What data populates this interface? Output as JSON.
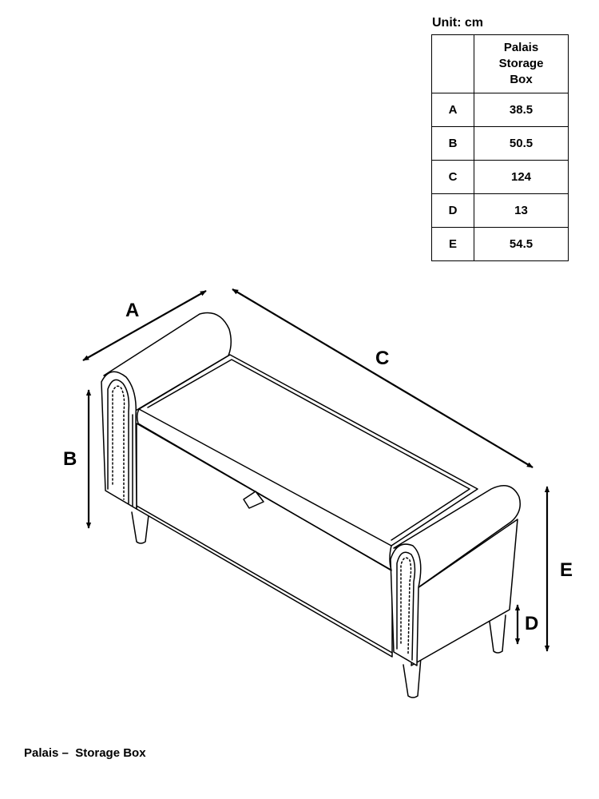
{
  "unit_label": "Unit: cm",
  "table": {
    "header": [
      "",
      "Palais",
      "Storage",
      "Box"
    ],
    "rows": [
      {
        "label": "A",
        "value": "38.5"
      },
      {
        "label": "B",
        "value": "50.5"
      },
      {
        "label": "C",
        "value": "124"
      },
      {
        "label": "D",
        "value": "13"
      },
      {
        "label": "E",
        "value": "54.5"
      }
    ]
  },
  "dimension_labels": {
    "a": "A",
    "b": "B",
    "c": "C",
    "d": "D",
    "e": "E"
  },
  "caption": "Palais –  Storage Box"
}
